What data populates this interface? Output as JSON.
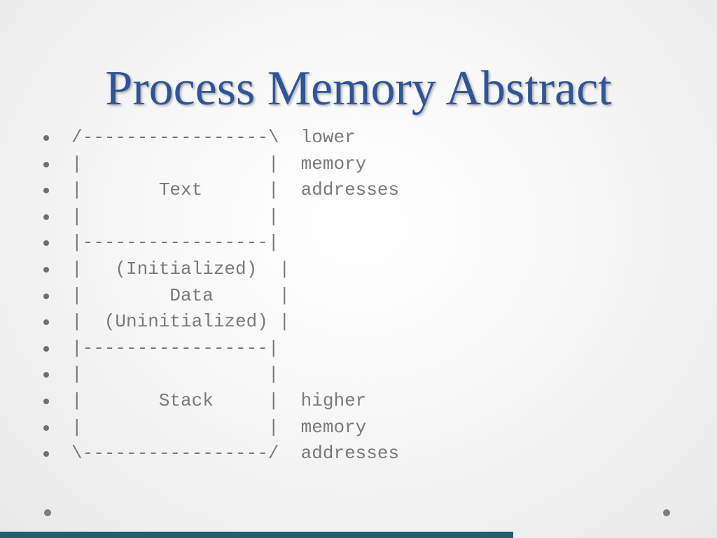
{
  "slide": {
    "title": "Process Memory Abstract",
    "title_color": "#2f5597",
    "bar_color": "#1f5f6e",
    "bullets": [
      "/-----------------\\  lower",
      "|                 |  memory",
      "|       Text      |  addresses",
      "|                 |",
      "|-----------------|",
      "|   (Initialized)  |",
      "|        Data      |",
      "|  (Uninitialized) |",
      "|-----------------|",
      "|                 |",
      "|       Stack     |  higher",
      "|                 |  memory",
      "\\-----------------/  addresses"
    ]
  }
}
